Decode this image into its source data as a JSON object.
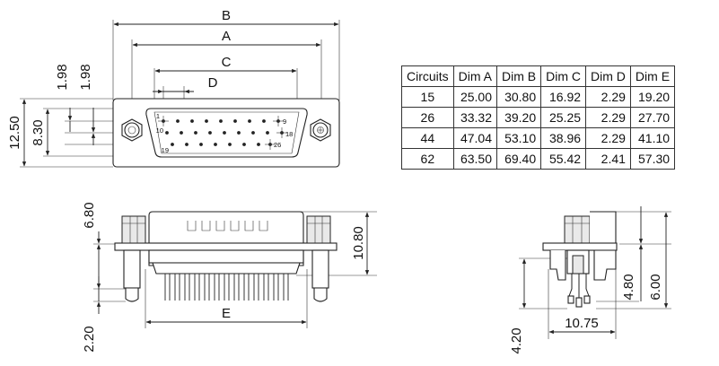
{
  "front_view": {
    "dims": {
      "B": "B",
      "A": "A",
      "C": "C",
      "D": "D"
    },
    "vertical_dims": [
      "1.98",
      "1.98",
      "12.50",
      "8.30"
    ],
    "pin_labels": [
      "1",
      "9",
      "10",
      "18",
      "19",
      "26"
    ]
  },
  "table": {
    "headers": [
      "Circuits",
      "Dim A",
      "Dim B",
      "Dim C",
      "Dim D",
      "Dim E"
    ],
    "rows": [
      [
        "15",
        "25.00",
        "30.80",
        "16.92",
        "2.29",
        "19.20"
      ],
      [
        "26",
        "33.32",
        "39.20",
        "25.25",
        "2.29",
        "27.70"
      ],
      [
        "44",
        "47.04",
        "53.10",
        "38.96",
        "2.29",
        "41.10"
      ],
      [
        "62",
        "63.50",
        "69.40",
        "55.42",
        "2.41",
        "57.30"
      ]
    ]
  },
  "bottom_view": {
    "dims": [
      "6.80",
      "10.80",
      "E",
      "2.20"
    ]
  },
  "side_view": {
    "dims": [
      "4.80",
      "6.00",
      "10.75",
      "4.20"
    ]
  }
}
